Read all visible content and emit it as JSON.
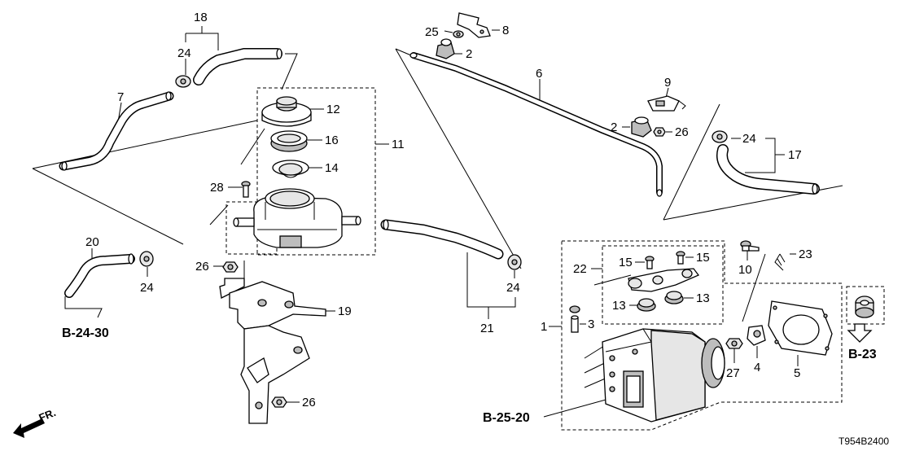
{
  "callouts": {
    "c1": "1",
    "c2a": "2",
    "c2b": "2",
    "c3": "3",
    "c4": "4",
    "c5": "5",
    "c6": "6",
    "c7": "7",
    "c8": "8",
    "c9": "9",
    "c10": "10",
    "c11": "11",
    "c12": "12",
    "c13a": "13",
    "c13b": "13",
    "c14": "14",
    "c15a": "15",
    "c15b": "15",
    "c16": "16",
    "c17": "17",
    "c18": "18",
    "c19": "19",
    "c20": "20",
    "c21": "21",
    "c22": "22",
    "c23": "23",
    "c24a": "24",
    "c24b": "24",
    "c24c": "24",
    "c24d": "24",
    "c25": "25",
    "c26a": "26",
    "c26b": "26",
    "c26c": "26",
    "c27": "27",
    "c28": "28"
  },
  "refs": {
    "b2430": "B-24-30",
    "b2520": "B-25-20",
    "b23": "B-23"
  },
  "direction_label": "FR.",
  "drawing_code": "T954B2400"
}
